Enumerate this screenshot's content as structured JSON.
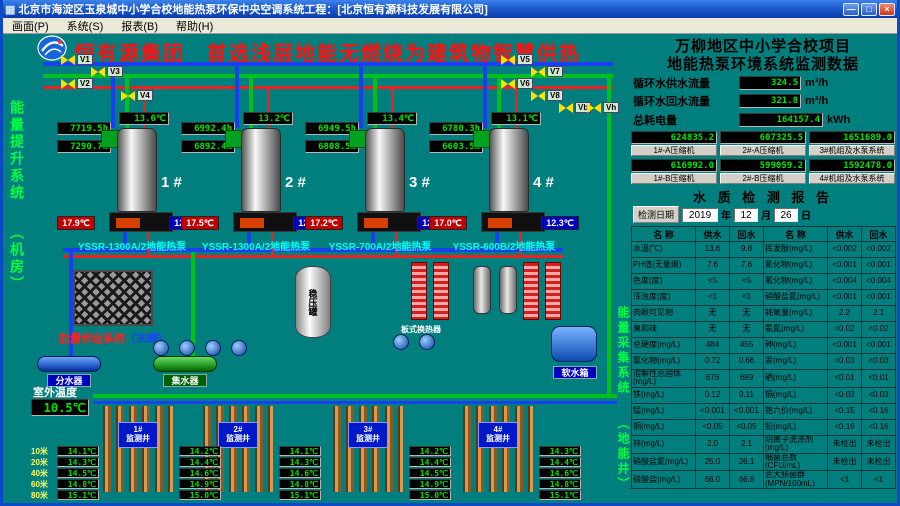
{
  "window": {
    "title": "北京市海淀区玉泉城中小学合校地能热泵环保中央空调系统工程：[北京恒有源科技发展有限公司]",
    "controls": {
      "minimize": "—",
      "maximize": "□",
      "close": "×"
    },
    "menus": [
      "画面(P)",
      "系统(S)",
      "报表(B)",
      "帮助(H)"
    ]
  },
  "header": {
    "slogan": "恒有源集团　首选浅层地能无燃烧为建筑物智慧供热",
    "project_line1": "万柳地区中小学合校项目",
    "project_line2": "地能热泵环境系统监测数据"
  },
  "side_labels": {
    "left_system": "能量提升系统",
    "left_sub": "（机房）",
    "right_system": "能量采集系统",
    "right_sub": "（地能井）",
    "center_system": "能量转运系统",
    "center_sub": "（末端）"
  },
  "metrics": {
    "flows": [
      {
        "label": "循环水供水流量",
        "value": "324.5",
        "unit": "m³/h"
      },
      {
        "label": "循环水回水流量",
        "value": "321.8",
        "unit": "m³/h"
      }
    ],
    "power": {
      "label": "总耗电量",
      "value": "164157.4",
      "unit": "kWh"
    },
    "counters_a": [
      {
        "value": "624835.2",
        "label": "1#-A压缩机"
      },
      {
        "value": "607325.5",
        "label": "2#-A压缩机"
      },
      {
        "value": "1651689.0",
        "label": "3#机组及水泵系统"
      }
    ],
    "counters_b": [
      {
        "value": "616992.0",
        "label": "1#-B压缩机"
      },
      {
        "value": "599059.2",
        "label": "2#-B压缩机"
      },
      {
        "value": "1592478.0",
        "label": "4#机组及水泵系统"
      }
    ]
  },
  "units": [
    {
      "number": "1 #",
      "model": "YSSR-1300A/2地能热泵",
      "hours_a": "7719.5h",
      "hours_b": "7290.7h",
      "temp_top": "13.6℃",
      "temp_hot": "17.9℃",
      "temp_cold": "12.6℃"
    },
    {
      "number": "2 #",
      "model": "YSSR-1300A/2地能热泵",
      "hours_a": "6992.4h",
      "hours_b": "6892.4h",
      "temp_top": "13.2℃",
      "temp_hot": "17.5℃",
      "temp_cold": "12.4℃"
    },
    {
      "number": "3 #",
      "model": "YSSR-700A/2地能热泵",
      "hours_a": "6949.5h",
      "hours_b": "6808.5h",
      "temp_top": "13.4℃",
      "temp_hot": "17.2℃",
      "temp_cold": "12.5℃"
    },
    {
      "number": "4 #",
      "model": "YSSR-600B/2地能热泵",
      "hours_a": "6780.3h",
      "hours_b": "6603.5h",
      "temp_top": "13.1℃",
      "temp_hot": "17.0℃",
      "temp_cold": "12.3℃"
    }
  ],
  "valves": [
    "V1",
    "V2",
    "V3",
    "V4",
    "V5",
    "V6",
    "V7",
    "V8",
    "Vb",
    "Vh"
  ],
  "equipment": {
    "separator": "分水器",
    "collector": "集水器",
    "soft_tank": "软水箱",
    "pressure_tank": "稳压罐",
    "heat_exchanger": "板式换热器",
    "outdoor_label": "室外温度",
    "outdoor_temp": "10.5℃"
  },
  "wells": {
    "labels": [
      {
        "no": "1#",
        "name": "监测井"
      },
      {
        "no": "2#",
        "name": "监测井"
      },
      {
        "no": "3#",
        "name": "监测井"
      },
      {
        "no": "4#",
        "name": "监测井"
      }
    ],
    "rows": [
      {
        "depth": "10米",
        "t0": "14.1℃",
        "t1": "14.2℃",
        "t2": "14.1℃",
        "t3": "14.2℃",
        "t4": "14.3℃"
      },
      {
        "depth": "20米",
        "t0": "14.3℃",
        "t1": "14.4℃",
        "t2": "14.3℃",
        "t3": "14.4℃",
        "t4": "14.4℃"
      },
      {
        "depth": "40米",
        "t0": "14.5℃",
        "t1": "14.6℃",
        "t2": "14.6℃",
        "t3": "14.5℃",
        "t4": "14.6℃"
      },
      {
        "depth": "60米",
        "t0": "14.8℃",
        "t1": "14.9℃",
        "t2": "14.8℃",
        "t3": "14.9℃",
        "t4": "14.8℃"
      },
      {
        "depth": "80米",
        "t0": "15.1℃",
        "t1": "15.0℃",
        "t2": "15.1℃",
        "t3": "15.0℃",
        "t4": "15.1℃"
      }
    ]
  },
  "report": {
    "title": "水 质 检 测 报 告",
    "date_label": "检测日期",
    "year": "2019",
    "year_unit": "年",
    "month": "12",
    "month_unit": "月",
    "day": "26",
    "day_unit": "日",
    "columns": [
      "名  称",
      "供水",
      "回水",
      "名  称",
      "供水",
      "回水"
    ],
    "rows": [
      {
        "n1": "水温(℃)",
        "s1": "13.6",
        "r1": "9.8",
        "n2": "挥发酚(mg/L)",
        "s2": "<0.002",
        "r2": "<0.002"
      },
      {
        "n1": "PH值(无量纲)",
        "s1": "7.6",
        "r1": "7.6",
        "n2": "氰化物(mg/L)",
        "s2": "<0.001",
        "r2": "<0.001"
      },
      {
        "n1": "色度(度)",
        "s1": "<5",
        "r1": "<5",
        "n2": "氟化物(mg/L)",
        "s2": "<0.004",
        "r2": "<0.004"
      },
      {
        "n1": "浑浊度(度)",
        "s1": "<1",
        "r1": "<1",
        "n2": "硝酸盐氮(mg/L)",
        "s2": "<0.001",
        "r2": "<0.001"
      },
      {
        "n1": "肉眼可见物",
        "s1": "无",
        "r1": "无",
        "n2": "耗氧量(mg/L)",
        "s2": "2.2",
        "r2": "2.1"
      },
      {
        "n1": "臭和味",
        "s1": "无",
        "r1": "无",
        "n2": "氨氮(mg/L)",
        "s2": "<0.02",
        "r2": "<0.02"
      },
      {
        "n1": "总硬度(mg/L)",
        "s1": "484",
        "r1": "455",
        "n2": "砷(mg/L)",
        "s2": "<0.001",
        "r2": "<0.001"
      },
      {
        "n1": "氯化物(mg/L)",
        "s1": "0.72",
        "r1": "0.66",
        "n2": "汞(mg/L)",
        "s2": "<0.03",
        "r2": "<0.03"
      },
      {
        "n1": "溶解性总固体(mg/L)",
        "s1": "676",
        "r1": "689",
        "n2": "硒(mg/L)",
        "s2": "<0.01",
        "r2": "<0.01"
      },
      {
        "n1": "铁(mg/L)",
        "s1": "0.12",
        "r1": "0.11",
        "n2": "镉(mg/L)",
        "s2": "<0.03",
        "r2": "<0.03"
      },
      {
        "n1": "锰(mg/L)",
        "s1": "<0.001",
        "r1": "<0.001",
        "n2": "铬六价(mg/L)",
        "s2": "<0.15",
        "r2": "<0.16"
      },
      {
        "n1": "铜(mg/L)",
        "s1": "<0.05",
        "r1": "<0.05",
        "n2": "铅(mg/L)",
        "s2": "<0.16",
        "r2": "<0.16"
      },
      {
        "n1": "锌(mg/L)",
        "s1": "2.0",
        "r1": "2.1",
        "n2": "阴离子洗涤剂(mg/L)",
        "s2": "未检出",
        "r2": "未检出"
      },
      {
        "n1": "硝酸盐氮(mg/L)",
        "s1": "25.0",
        "r1": "26.1",
        "n2": "细菌总数(CFU/mL)",
        "s2": "未检出",
        "r2": "未检出"
      },
      {
        "n1": "硫酸盐(mg/L)",
        "s1": "66.0",
        "r1": "66.8",
        "n2": "总大肠菌群(MPN/100mL)",
        "s2": "<1",
        "r2": "<1"
      }
    ]
  }
}
